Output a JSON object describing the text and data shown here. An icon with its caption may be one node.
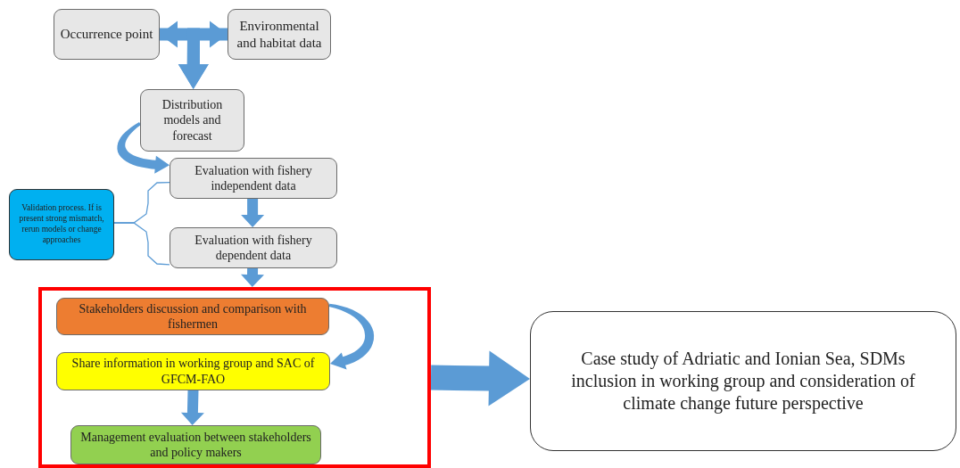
{
  "diagram": {
    "nodes": [
      {
        "text": [
          "Occurrence point"
        ]
      },
      {
        "text": [
          "Environmental and habitat data"
        ]
      },
      {
        "text": [
          "Distribution models and forecast"
        ]
      },
      {
        "text": [
          "Evaluation with fishery independent data"
        ]
      },
      {
        "text": [
          "Evaluation with fishery dependent data"
        ]
      },
      {
        "text": [
          "Validation process. If is present strong mismatch, rerun models or change approaches"
        ]
      },
      {
        "text": [],
        "shape": "box"
      },
      {
        "text": [
          "Stakeholders discussion and comparison with fishermen"
        ],
        "in": 6
      },
      {
        "text": [
          "Share information in working group and SAC of GFCM-FAO"
        ],
        "in": 6
      },
      {
        "text": [
          "Management evaluation between stakeholders and policy makers"
        ],
        "in": 6
      },
      {
        "text": [
          "Case study of Adriatic and Ionian Sea, SDMs inclusion in working group and consideration of climate change future perspective"
        ]
      }
    ],
    "edges": [
      {
        "from": 0,
        "to": 1,
        "arrow": "both"
      },
      {
        "from": 0,
        "to": 2,
        "arrow": "to"
      },
      {
        "from": 1,
        "to": 2,
        "arrow": "to"
      },
      {
        "from": 2,
        "to": 3,
        "arrow": "to"
      },
      {
        "from": 3,
        "to": 4,
        "arrow": "to"
      },
      {
        "from": 4,
        "to": 6,
        "arrow": "to"
      },
      {
        "from": 7,
        "to": 8,
        "arrow": "to"
      },
      {
        "from": 8,
        "to": 9,
        "arrow": "to"
      },
      {
        "from": 6,
        "to": 10,
        "arrow": "to"
      },
      {
        "from": 5,
        "to": 3,
        "arrow": "none"
      },
      {
        "from": 5,
        "to": 4,
        "arrow": "none"
      }
    ]
  }
}
